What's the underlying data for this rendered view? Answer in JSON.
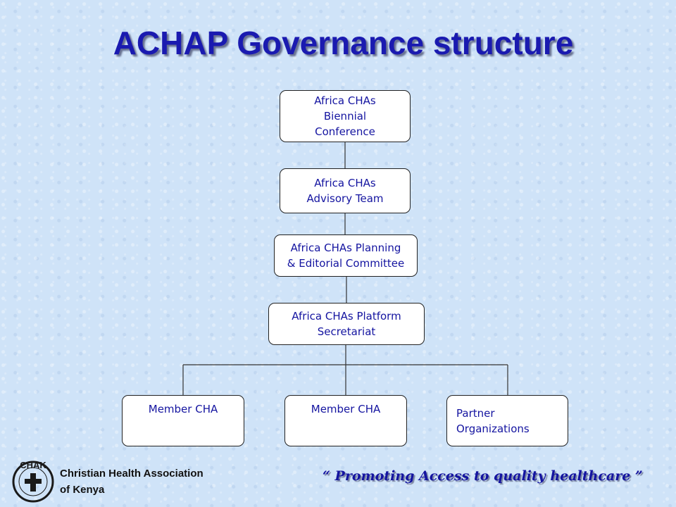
{
  "title": "ACHAP Governance structure",
  "org_chart": {
    "nodes": [
      {
        "id": "conference",
        "label": "Africa CHAs\nBiennial\nConference"
      },
      {
        "id": "advisory",
        "label": "Africa CHAs\nAdvisory Team"
      },
      {
        "id": "planning",
        "label": "Africa CHAs Planning\n& Editorial Committee"
      },
      {
        "id": "secretariat",
        "label": "Africa CHAs Platform\nSecretariat"
      },
      {
        "id": "member1",
        "label": "Member CHA"
      },
      {
        "id": "member2",
        "label": "Member CHA"
      },
      {
        "id": "partners",
        "label": "Partner\nOrganizations"
      }
    ],
    "edges": [
      [
        "conference",
        "advisory"
      ],
      [
        "advisory",
        "planning"
      ],
      [
        "planning",
        "secretariat"
      ],
      [
        "secretariat",
        "member1"
      ],
      [
        "secretariat",
        "member2"
      ],
      [
        "secretariat",
        "partners"
      ]
    ]
  },
  "footer": {
    "logo_text": "CHAK",
    "organization": "Christian Health Association\nof Kenya",
    "tagline": "“ Promoting Access to quality healthcare ”"
  }
}
